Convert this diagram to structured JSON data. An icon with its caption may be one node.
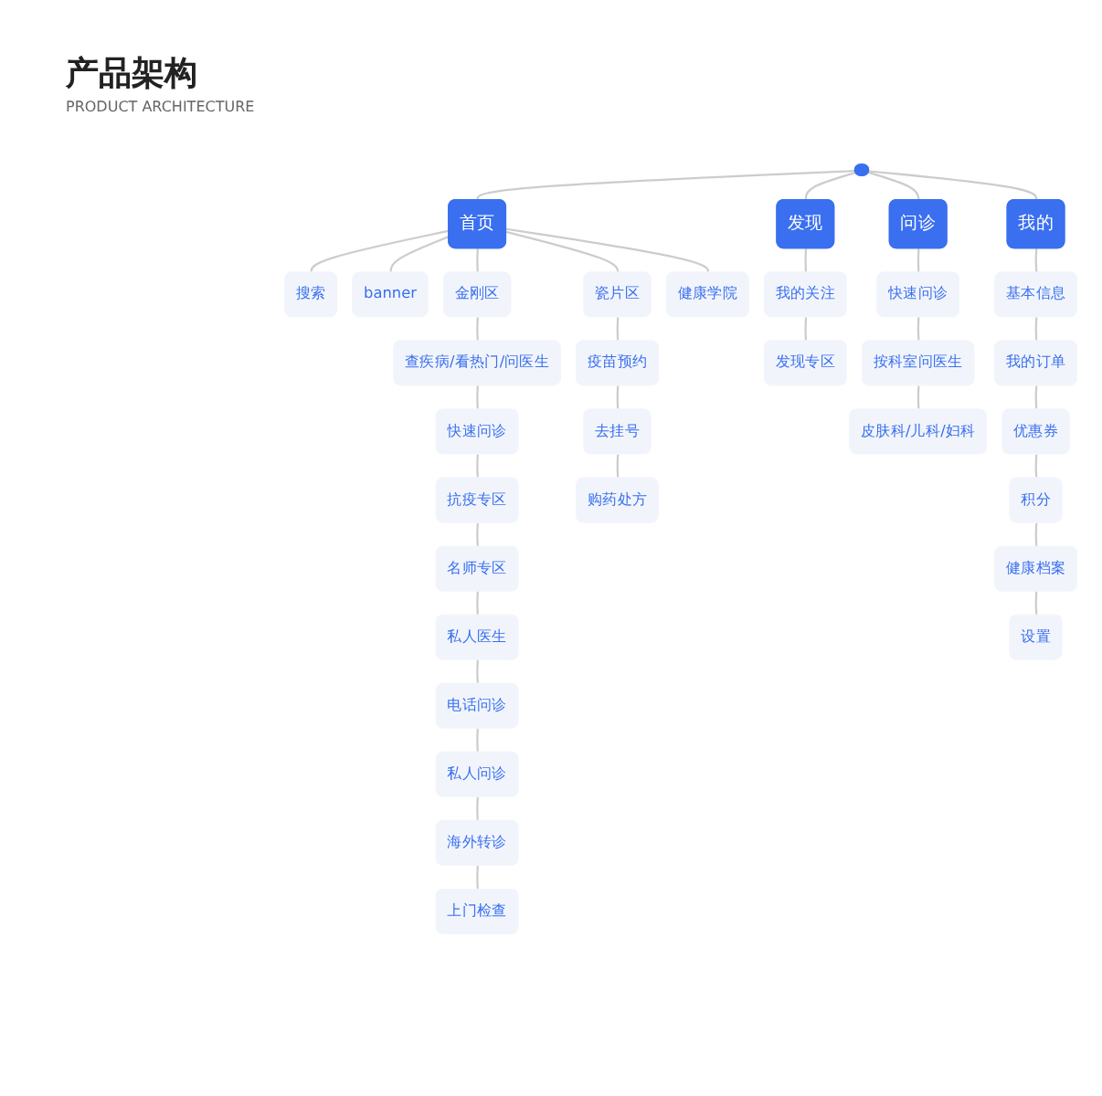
{
  "diagram": {
    "title": "产品架构",
    "nodes": [
      {
        "text": [],
        "shape": "box"
      },
      {
        "text": [
          "首页"
        ]
      },
      {
        "text": [
          "搜索"
        ]
      },
      {
        "text": [
          "banner"
        ]
      },
      {
        "text": [
          "金刚区"
        ]
      },
      {
        "text": [
          "查疾病/看热门/问医生"
        ]
      },
      {
        "text": [
          "快速问诊"
        ]
      },
      {
        "text": [
          "抗疫专区"
        ]
      },
      {
        "text": [
          "名师专区"
        ]
      },
      {
        "text": [
          "私人医生"
        ]
      },
      {
        "text": [
          "电话问诊"
        ]
      },
      {
        "text": [
          "私人问诊"
        ]
      },
      {
        "text": [
          "海外转诊"
        ]
      },
      {
        "text": [
          "上门检查"
        ]
      },
      {
        "text": [
          "瓷片区"
        ]
      },
      {
        "text": [
          "疫苗预约"
        ]
      },
      {
        "text": [
          "去挂号"
        ]
      },
      {
        "text": [
          "购药处方"
        ]
      },
      {
        "text": [
          "健康学院"
        ]
      },
      {
        "text": [
          "发现"
        ]
      },
      {
        "text": [
          "我的关注"
        ]
      },
      {
        "text": [
          "发现专区"
        ]
      },
      {
        "text": [
          "问诊"
        ]
      },
      {
        "text": [
          "快速问诊"
        ]
      },
      {
        "text": [
          "按科室问医生"
        ]
      },
      {
        "text": [
          "皮肤科/儿科/妇科"
        ]
      },
      {
        "text": [
          "我的"
        ]
      },
      {
        "text": [
          "基本信息"
        ]
      },
      {
        "text": [
          "我的订单"
        ]
      },
      {
        "text": [
          "优惠券"
        ]
      },
      {
        "text": [
          "积分"
        ]
      },
      {
        "text": [
          "健康档案"
        ]
      },
      {
        "text": [
          "设置"
        ]
      }
    ],
    "edges": [
      {
        "from": 0,
        "to": 1,
        "arrow": "none"
      },
      {
        "from": 0,
        "to": 19,
        "arrow": "none"
      },
      {
        "from": 0,
        "to": 22,
        "arrow": "none"
      },
      {
        "from": 0,
        "to": 26,
        "arrow": "none"
      },
      {
        "from": 1,
        "to": 2,
        "arrow": "none"
      },
      {
        "from": 1,
        "to": 3,
        "arrow": "none"
      },
      {
        "from": 1,
        "to": 4,
        "arrow": "none"
      },
      {
        "from": 1,
        "to": 14,
        "arrow": "none"
      },
      {
        "from": 1,
        "to": 18,
        "arrow": "none"
      },
      {
        "from": 4,
        "to": 5,
        "arrow": "none"
      },
      {
        "from": 5,
        "to": 6,
        "arrow": "none"
      },
      {
        "from": 6,
        "to": 7,
        "arrow": "none"
      },
      {
        "from": 7,
        "to": 8,
        "arrow": "none"
      },
      {
        "from": 8,
        "to": 9,
        "arrow": "none"
      },
      {
        "from": 9,
        "to": 10,
        "arrow": "none"
      },
      {
        "from": 10,
        "to": 11,
        "arrow": "none"
      },
      {
        "from": 11,
        "to": 12,
        "arrow": "none"
      },
      {
        "from": 12,
        "to": 13,
        "arrow": "none"
      },
      {
        "from": 14,
        "to": 15,
        "arrow": "none"
      },
      {
        "from": 15,
        "to": 16,
        "arrow": "none"
      },
      {
        "from": 16,
        "to": 17,
        "arrow": "none"
      },
      {
        "from": 19,
        "to": 20,
        "arrow": "none"
      },
      {
        "from": 20,
        "to": 21,
        "arrow": "none"
      },
      {
        "from": 22,
        "to": 23,
        "arrow": "none"
      },
      {
        "from": 23,
        "to": 24,
        "arrow": "none"
      },
      {
        "from": 24,
        "to": 25,
        "arrow": "none"
      },
      {
        "from": 26,
        "to": 27,
        "arrow": "none"
      },
      {
        "from": 27,
        "to": 28,
        "arrow": "none"
      },
      {
        "from": 28,
        "to": 29,
        "arrow": "none"
      },
      {
        "from": 29,
        "to": 30,
        "arrow": "none"
      },
      {
        "from": 30,
        "to": 31,
        "arrow": "none"
      },
      {
        "from": 31,
        "to": 32,
        "arrow": "none"
      }
    ],
    "labels": [
      "PRODUCT ARCHITECTURE"
    ]
  }
}
